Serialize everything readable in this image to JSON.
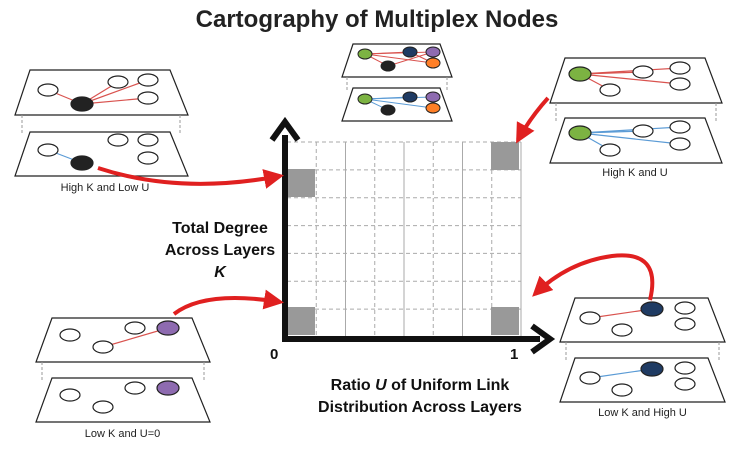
{
  "title": "Cartography of Multiplex Nodes",
  "y_axis": {
    "line1": "Total Degree",
    "line2": "Across Layers",
    "symbol": "K"
  },
  "x_axis": {
    "line1_pre": "Ratio ",
    "symbol": "U",
    "line1_post": " of Uniform Link",
    "line2": "Distribution Across Layers"
  },
  "ticks": {
    "x0": "0",
    "x1": "1"
  },
  "panels": {
    "high_k_low_u": "High K and Low U",
    "high_k_and_u": "High K and U",
    "low_k_u0": "Low K and U=0",
    "low_k_high_u": "Low K and High U"
  },
  "colors": {
    "red_link": "#d9534f",
    "blue_link": "#5b9bd5",
    "arrow": "#e02020",
    "grid": "#aaaaaa",
    "highlight": "#999999",
    "green_node": "#7cb342",
    "purple_node": "#8e6bb0",
    "navy_node": "#1f3b63",
    "orange_node": "#ff7f27",
    "black_node": "#222222"
  }
}
